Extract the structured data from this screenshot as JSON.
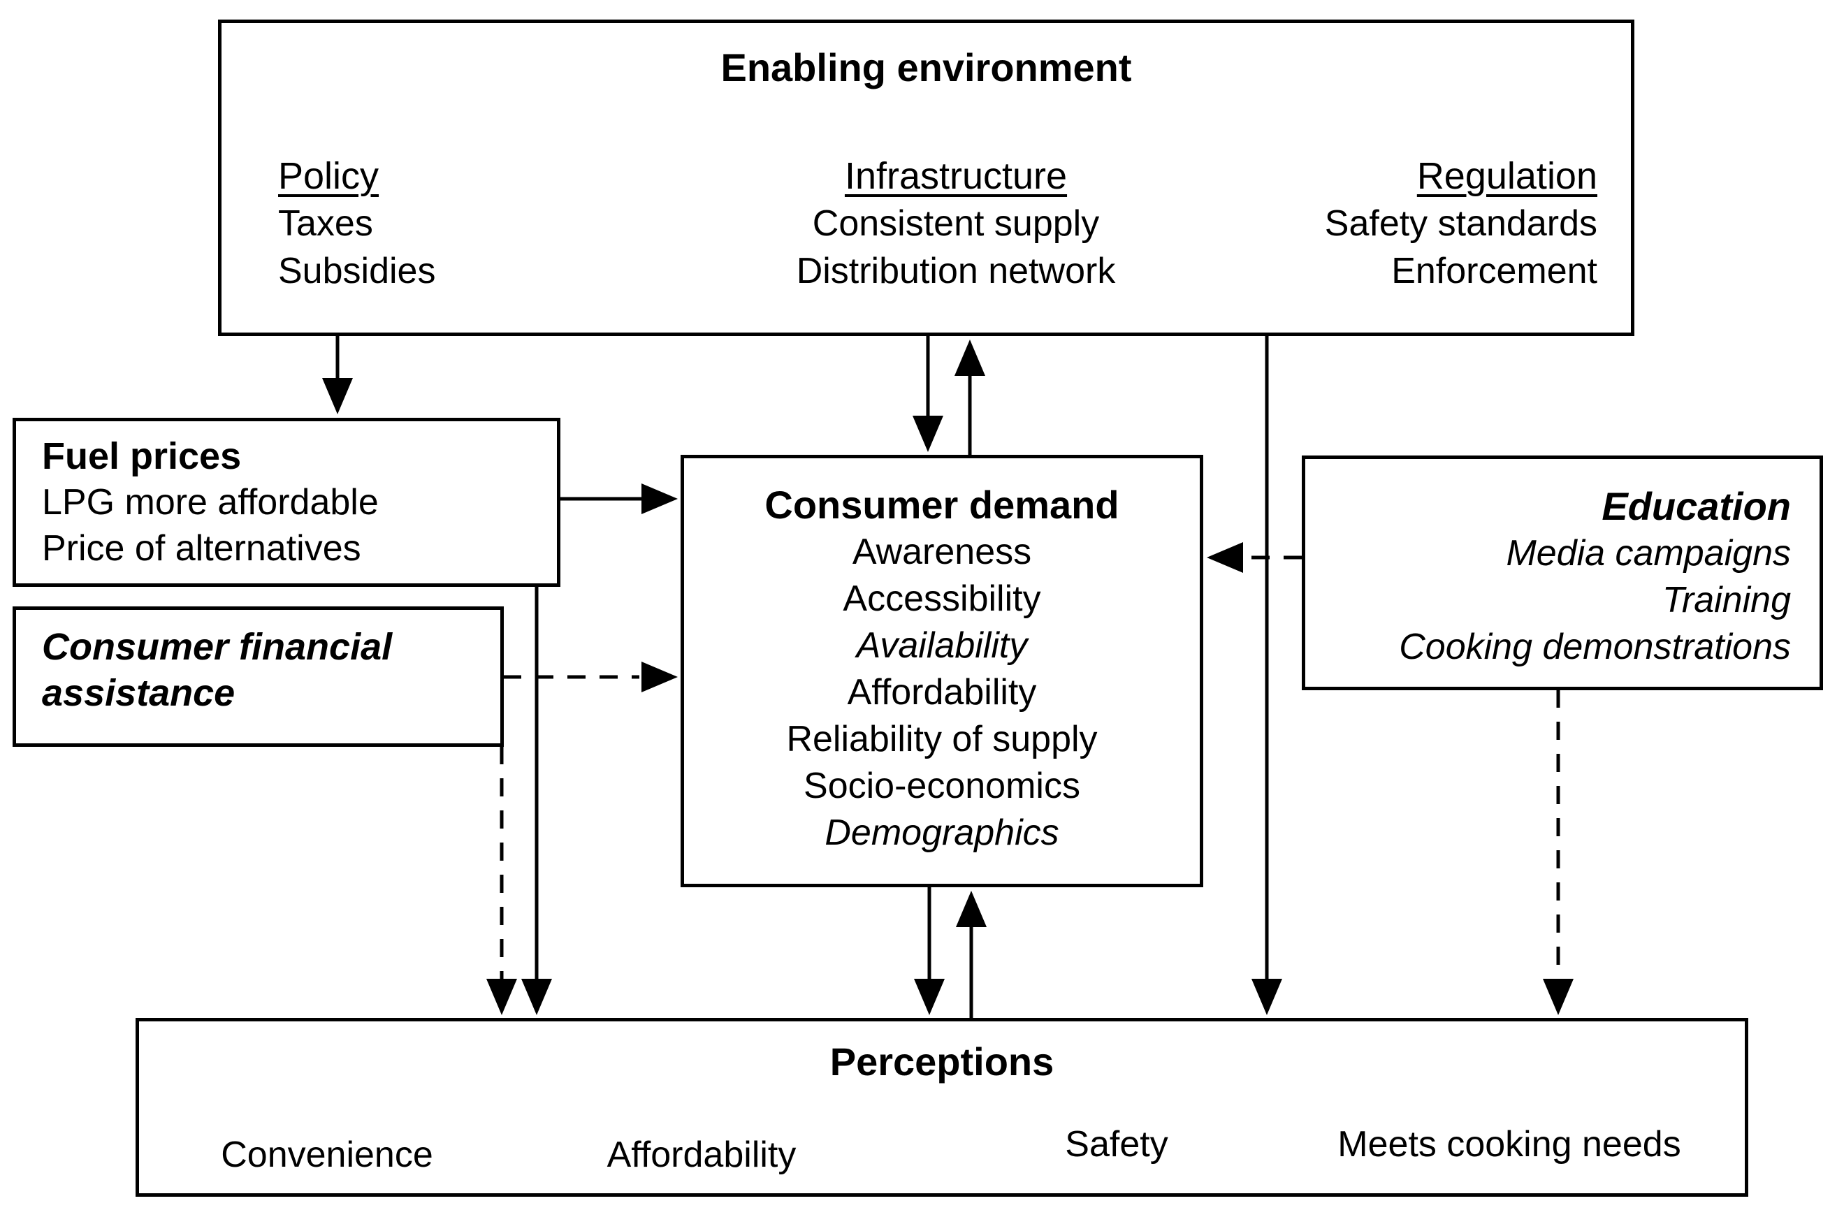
{
  "colors": {
    "background": "#ffffff",
    "line": "#000000",
    "text": "#000000"
  },
  "boxes": {
    "enabling_environment": {
      "title": "Enabling environment",
      "columns": [
        {
          "heading": "Policy",
          "items": [
            "Taxes",
            "Subsidies"
          ]
        },
        {
          "heading": "Infrastructure",
          "items": [
            "Consistent supply",
            "Distribution network"
          ]
        },
        {
          "heading": "Regulation",
          "items": [
            "Safety standards",
            "Enforcement"
          ]
        }
      ]
    },
    "fuel_prices": {
      "title": "Fuel prices",
      "items": [
        "LPG more affordable",
        "Price of alternatives"
      ]
    },
    "consumer_financial_assistance": {
      "title": "Consumer financial assistance"
    },
    "consumer_demand": {
      "title": "Consumer demand",
      "items": [
        "Awareness",
        "Accessibility",
        "Availability",
        "Affordability",
        "Reliability of supply",
        "Socio-economics",
        "Demographics"
      ]
    },
    "education": {
      "title": "Education",
      "items": [
        "Media campaigns",
        "Training",
        "Cooking demonstrations"
      ]
    },
    "perceptions": {
      "title": "Perceptions",
      "items": [
        "Convenience",
        "Affordability",
        "Safety",
        "Meets cooking needs"
      ]
    }
  }
}
